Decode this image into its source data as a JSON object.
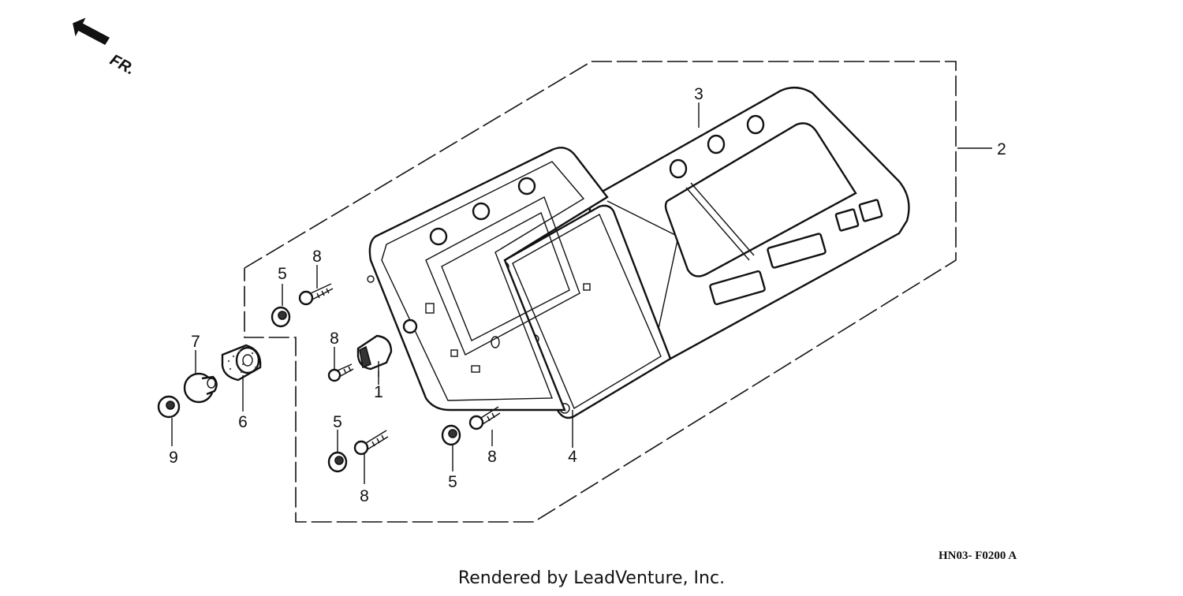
{
  "diagram": {
    "direction_label": "FR.",
    "callouts": {
      "part1": "1",
      "part2": "2",
      "part3": "3",
      "part4": "4",
      "part5a": "5",
      "part5b": "5",
      "part5c": "5",
      "part6": "6",
      "part7": "7",
      "part8a": "8",
      "part8b": "8",
      "part8c": "8",
      "part8d": "8",
      "part9": "9"
    },
    "figure_code": "HN03-  F0200 A",
    "credit": "Rendered by LeadVenture, Inc."
  }
}
